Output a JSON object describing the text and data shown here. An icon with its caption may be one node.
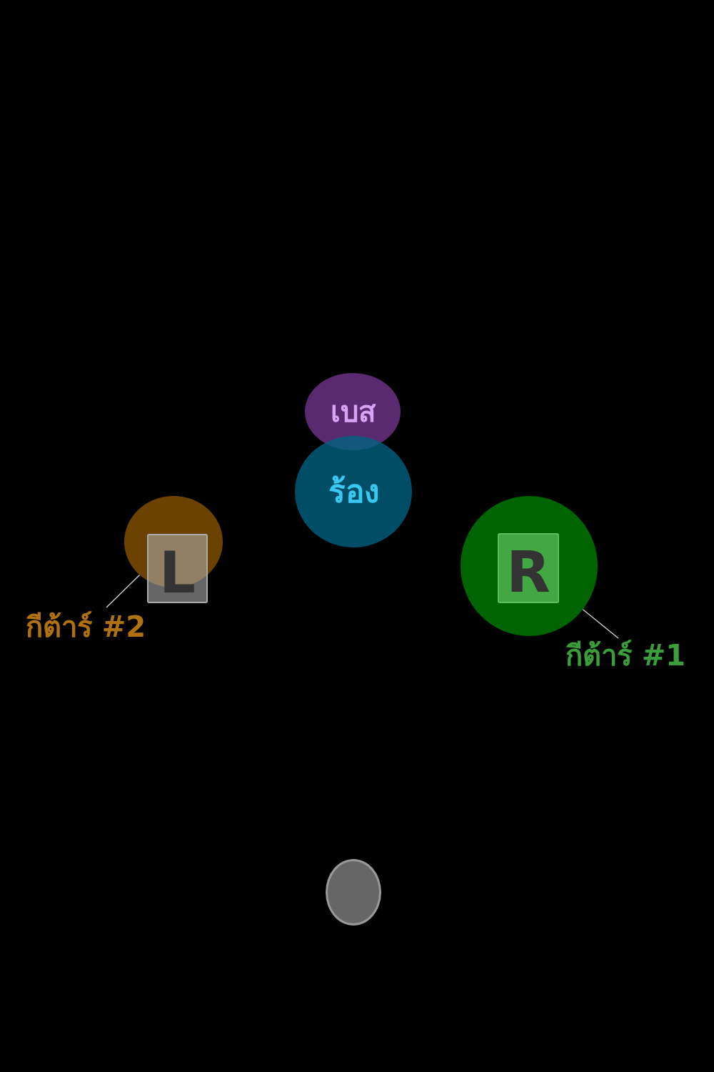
{
  "diagram": {
    "nodes": [
      {
        "text": [
          "เบส"
        ]
      },
      {
        "text": [
          "ร้อง"
        ]
      },
      {
        "text": [],
        "shape": "circle"
      },
      {
        "text": [
          "L"
        ]
      },
      {
        "text": [],
        "shape": "circle"
      },
      {
        "text": [
          "R"
        ],
        "in": 4
      },
      {
        "text": [],
        "shape": "circle"
      },
      {
        "text": [
          "กีต้าร์ #2"
        ]
      },
      {
        "text": [
          "กีต้าร์ #1"
        ]
      }
    ],
    "edges": [
      {
        "from": 7,
        "to": 2,
        "arrow": "none"
      },
      {
        "from": 8,
        "to": 4,
        "arrow": "none"
      }
    ]
  }
}
